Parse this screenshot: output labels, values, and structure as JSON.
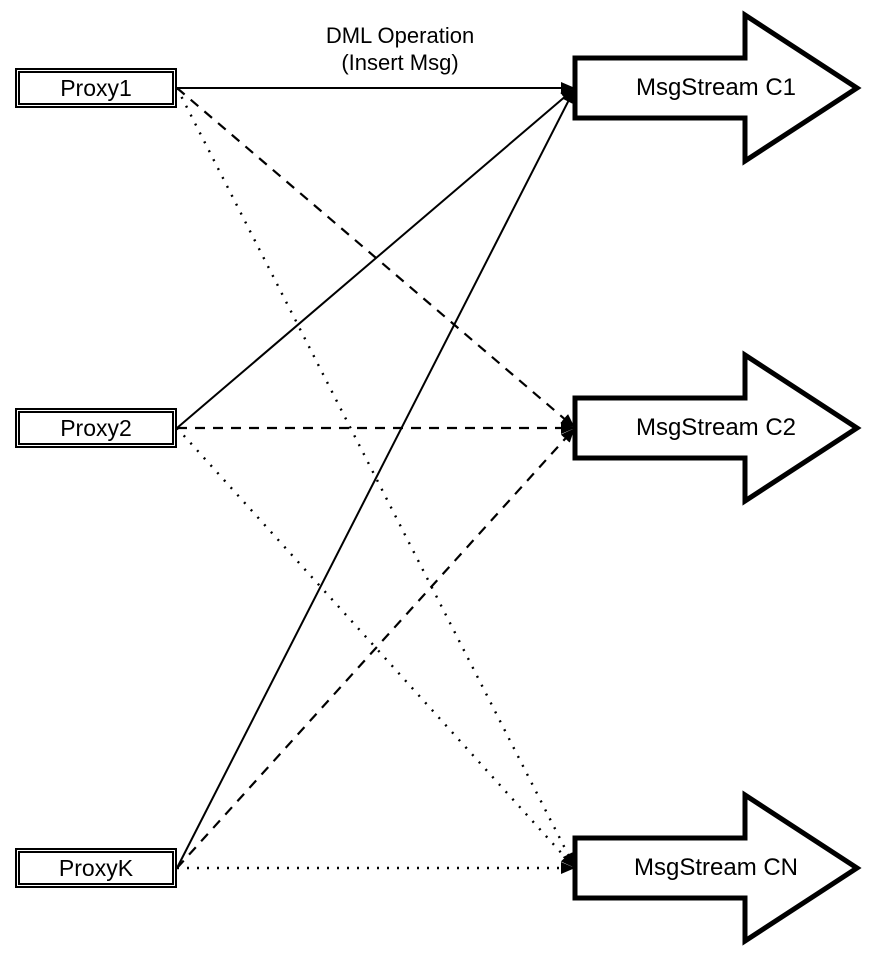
{
  "annotation": {
    "line1": "DML Operation",
    "line2": "(Insert Msg)"
  },
  "proxies": [
    {
      "label": "Proxy1"
    },
    {
      "label": "Proxy2"
    },
    {
      "label": "ProxyK"
    }
  ],
  "streams": [
    {
      "label": "MsgStream C1"
    },
    {
      "label": "MsgStream C2"
    },
    {
      "label": "MsgStream CN"
    }
  ],
  "connections": [
    {
      "from": "Proxy1",
      "to": "MsgStream C1",
      "style": "solid"
    },
    {
      "from": "Proxy2",
      "to": "MsgStream C1",
      "style": "solid"
    },
    {
      "from": "ProxyK",
      "to": "MsgStream C1",
      "style": "solid"
    },
    {
      "from": "Proxy1",
      "to": "MsgStream C2",
      "style": "dashed"
    },
    {
      "from": "Proxy2",
      "to": "MsgStream C2",
      "style": "dashed"
    },
    {
      "from": "ProxyK",
      "to": "MsgStream C2",
      "style": "dashed"
    },
    {
      "from": "Proxy1",
      "to": "MsgStream CN",
      "style": "dotted"
    },
    {
      "from": "Proxy2",
      "to": "MsgStream CN",
      "style": "dotted"
    },
    {
      "from": "ProxyK",
      "to": "MsgStream CN",
      "style": "dotted"
    }
  ],
  "colors": {
    "stroke": "#000000",
    "fill": "#ffffff",
    "background": "#ffffff"
  }
}
